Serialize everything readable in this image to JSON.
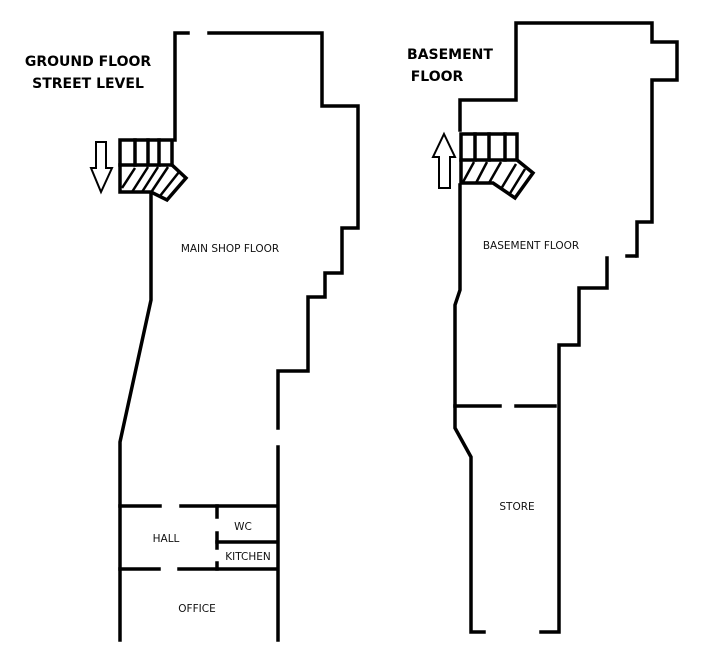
{
  "ground_floor": {
    "title_line1": "GROUND FLOOR",
    "title_line2": "STREET LEVEL",
    "rooms": {
      "main": "MAIN SHOP FLOOR",
      "hall": "HALL",
      "wc": "WC",
      "kitchen": "KITCHEN",
      "office": "OFFICE"
    },
    "stair_direction": "down-arrow-icon"
  },
  "basement_floor": {
    "title_line1": "BASEMENT",
    "title_line2": "FLOOR",
    "rooms": {
      "main": "BASEMENT FLOOR",
      "store": "STORE"
    },
    "stair_direction": "up-arrow-icon"
  },
  "colors": {
    "wall": "#000000",
    "background": "#ffffff"
  }
}
